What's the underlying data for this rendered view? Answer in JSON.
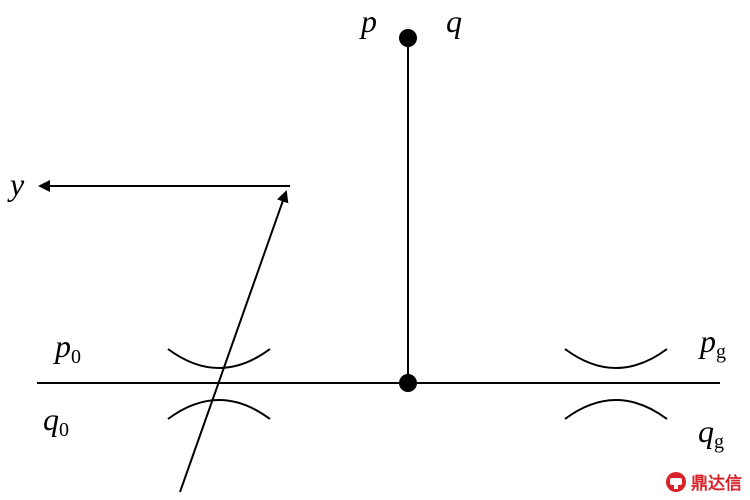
{
  "labels": {
    "p_top": "p",
    "q_top": "q",
    "y_axis": "y",
    "p0_main": "p",
    "p0_sub": "0",
    "q0_main": "q",
    "q0_sub": "0",
    "pg_main": "p",
    "pg_sub": "g",
    "qg_main": "q",
    "qg_sub": "g"
  },
  "watermark": {
    "text": "鼎达信",
    "color": "#d9232a"
  },
  "colors": {
    "line": "#000000",
    "background": "#ffffff"
  }
}
